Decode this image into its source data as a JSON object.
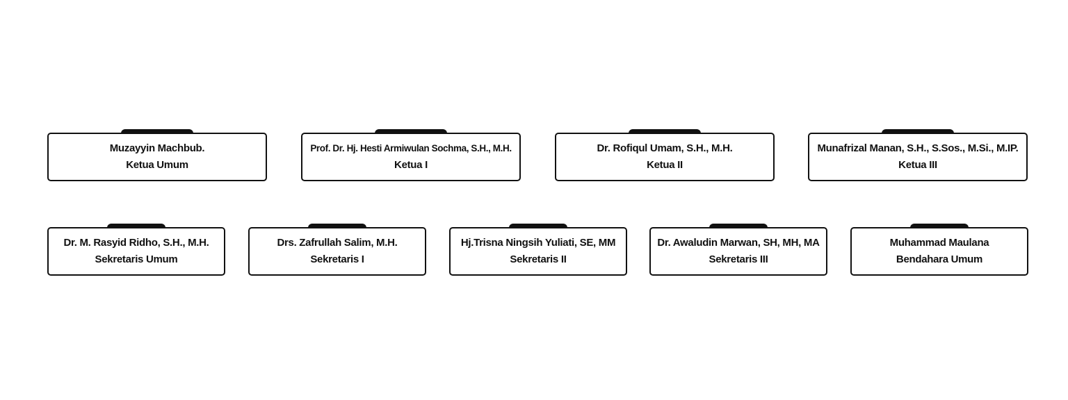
{
  "top_row": [
    {
      "name": "Muzayyin Machbub.",
      "role": "Ketua Umum"
    },
    {
      "name": "Prof. Dr. Hj. Hesti Armiwulan Sochma, S.H., M.H.",
      "role": "Ketua I"
    },
    {
      "name": "Dr. Rofiqul Umam, S.H., M.H.",
      "role": "Ketua II"
    },
    {
      "name": "Munafrizal Manan, S.H., S.Sos., M.Si., M.IP.",
      "role": "Ketua III"
    }
  ],
  "bottom_row": [
    {
      "name": "Dr. M. Rasyid Ridho, S.H., M.H.",
      "role": "Sekretaris Umum"
    },
    {
      "name": "Drs. Zafrullah Salim, M.H.",
      "role": "Sekretaris I"
    },
    {
      "name": "Hj.Trisna Ningsih Yuliati, SE, MM",
      "role": "Sekretaris II"
    },
    {
      "name": "Dr. Awaludin Marwan, SH, MH, MA",
      "role": "Sekretaris III"
    },
    {
      "name": "Muhammad Maulana",
      "role": "Bendahara Umum"
    }
  ],
  "colors": {
    "border": "#111111",
    "background": "#ffffff",
    "text": "#111111"
  }
}
